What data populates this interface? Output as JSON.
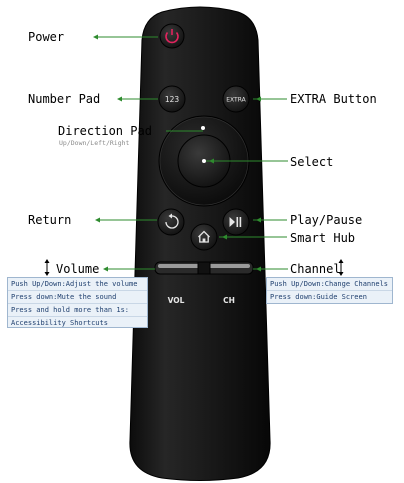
{
  "labels": {
    "power": "Power",
    "number_pad": "Number Pad",
    "extra_button": "EXTRA Button",
    "direction_pad": "Direction Pad",
    "direction_pad_sub": "Up/Down/Left/Right",
    "select": "Select",
    "return": "Return",
    "play_pause": "Play/Pause",
    "smart_hub": "Smart Hub",
    "volume": "Volume",
    "channel": "Channel"
  },
  "volume_info": [
    "Push Up/Down:Adjust the volume",
    "Press down:Mute the sound",
    "Press and hold more than 1s:",
    "Accessibility Shortcuts"
  ],
  "channel_info": [
    "Push Up/Down:Change Channels",
    "Press down:Guide Screen"
  ],
  "remote": {
    "btn_123": "123",
    "btn_extra": "EXTRA",
    "vol": "VOL",
    "ch": "CH"
  },
  "colors": {
    "arrow": "#2e8b2e",
    "power_red": "#e0245e",
    "info_bg": "#eaf1f8",
    "info_text": "#1f3f6e"
  },
  "icons": [
    "power-icon",
    "return-icon",
    "home-icon",
    "play-pause-icon",
    "up-down-arrow-icon"
  ]
}
